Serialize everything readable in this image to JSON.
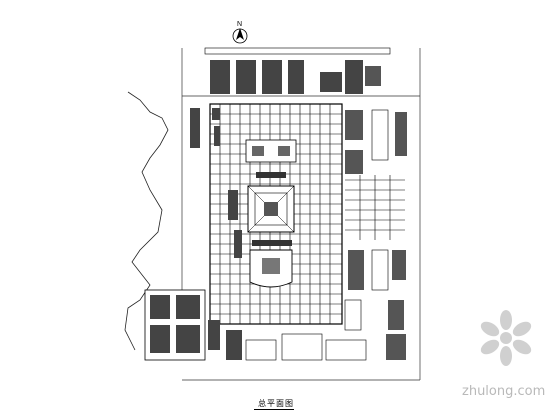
{
  "drawing": {
    "title": "总平面图",
    "north_label": "N",
    "watermark_brand": "zhulong.com"
  }
}
